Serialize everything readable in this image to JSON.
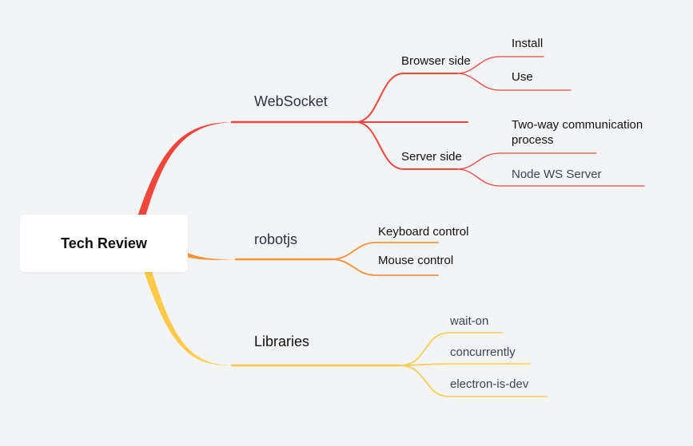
{
  "root": {
    "label": "Tech Review"
  },
  "branches": [
    {
      "label": "WebSocket",
      "color": "#f0463c",
      "children": [
        {
          "label": "Browser side",
          "children": [
            {
              "label": "Install"
            },
            {
              "label": "Use"
            }
          ]
        },
        {
          "label": ""
        },
        {
          "label": "Server side",
          "children": [
            {
              "label": "Two-way communication process"
            },
            {
              "label": "Node WS Server"
            }
          ]
        }
      ]
    },
    {
      "label": "robotjs",
      "color": "#f7923a",
      "children": [
        {
          "label": "Keyboard control"
        },
        {
          "label": "Mouse control"
        }
      ]
    },
    {
      "label": "Libraries",
      "color": "#fdc94a",
      "children": [
        {
          "label": "wait-on"
        },
        {
          "label": "concurrently"
        },
        {
          "label": "electron-is-dev"
        }
      ]
    }
  ]
}
